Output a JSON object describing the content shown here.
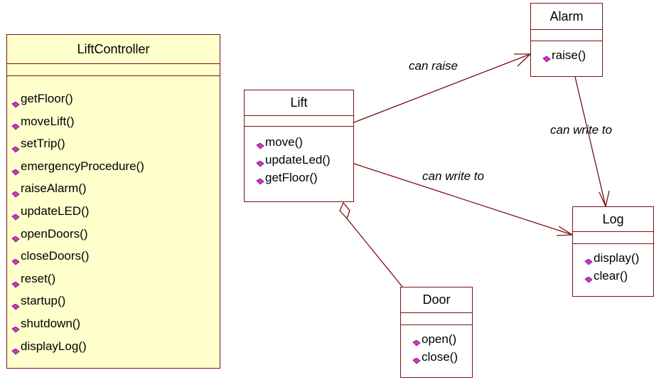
{
  "colors": {
    "class_border": "#7a1010",
    "liftcontroller_fill": "#ffffcc",
    "class_fill": "#ffffff",
    "op_icon": "#d633cc",
    "line": "#7a1010"
  },
  "classes": {
    "liftcontroller": {
      "name": "LiftController",
      "operations": [
        "getFloor()",
        "moveLift()",
        "setTrip()",
        "emergencyProcedure()",
        "raiseAlarm()",
        "updateLED()",
        "openDoors()",
        "closeDoors()",
        "reset()",
        "startup()",
        "shutdown()",
        "displayLog()"
      ]
    },
    "lift": {
      "name": "Lift",
      "operations": [
        "move()",
        "updateLed()",
        "getFloor()"
      ]
    },
    "alarm": {
      "name": "Alarm",
      "operations": [
        "raise()"
      ]
    },
    "log": {
      "name": "Log",
      "operations": [
        "display()",
        "clear()"
      ]
    },
    "door": {
      "name": "Door",
      "operations": [
        "open()",
        "close()"
      ]
    }
  },
  "associations": {
    "lift_alarm": "can raise",
    "alarm_log": "can write to",
    "lift_log": "can write to"
  }
}
